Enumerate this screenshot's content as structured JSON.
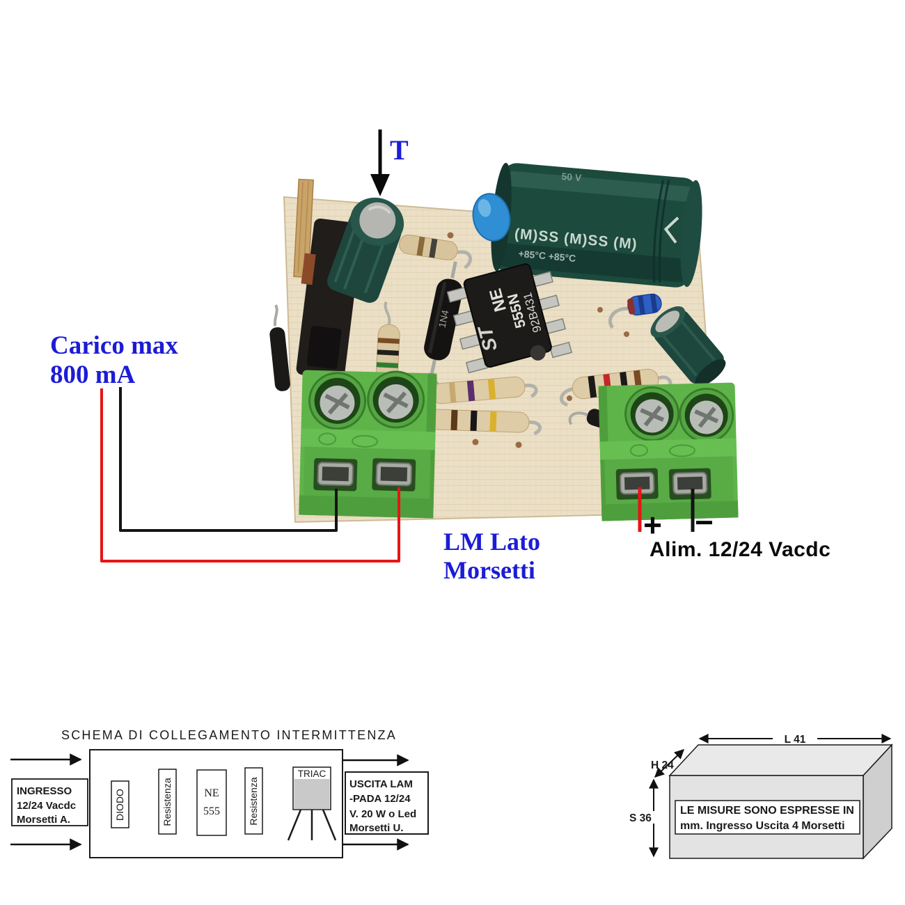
{
  "colors": {
    "annotation_blue": "#1c1cd6",
    "wire_red": "#e81414",
    "wire_black": "#141414",
    "board_beige": "#ebdfc6",
    "terminal_green": "#5eb449",
    "capacitor_green": "#1c473c",
    "triac_gray": "#c9c9c9"
  },
  "board_photo": {
    "t_label": "T",
    "load_label": {
      "line1": "Carico max",
      "line2": "800 mA"
    },
    "terminal_label": {
      "line1": "LM Lato",
      "line2": "Morsetti"
    },
    "supply_label": "Alim. 12/24 Vacdc",
    "plus_sign": "+",
    "minus_sign": "−",
    "ic": {
      "logo": "ST",
      "line1": "NE",
      "line2": "555N",
      "line3": "92B431"
    },
    "big_capacitor": {
      "top_marking": "50 V",
      "marking1": "(M)SS  (M)SS  (M)",
      "marking2": "+85°C        +85°C"
    },
    "diode_marking": "1N4"
  },
  "connection_diagram": {
    "title": "SCHEMA DI COLLEGAMENTO INTERMITTENZA",
    "input_box": {
      "line1": "INGRESSO",
      "line2": "12/24 Vacdc",
      "line3": "Morsetti A."
    },
    "blocks": {
      "diodo": "DIODO",
      "resistenza_1": "Resistenza",
      "ne555_line1": "NE",
      "ne555_line2": "555",
      "resistenza_2": "Resistenza",
      "triac": "TRIAC"
    },
    "output_box": {
      "line1": "USCITA  LAM",
      "line2": "-PADA 12/24",
      "line3": "V. 20 W o Led",
      "line4": "Morsetti U."
    }
  },
  "dimensions_diagram": {
    "length_label": "L 41",
    "height_label": "H 24",
    "depth_label": "S 36",
    "note": {
      "line1": "LE MISURE SONO ESPRESSE IN",
      "line2": "mm. Ingresso Uscita 4 Morsetti"
    }
  }
}
